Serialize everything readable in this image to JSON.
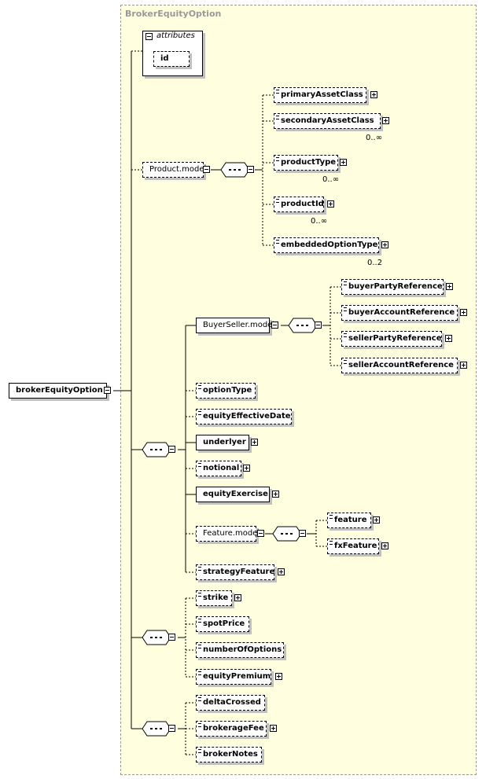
{
  "complex_type": "BrokerEquityOption",
  "attributes": {
    "label": "attributes",
    "items": [
      "id"
    ]
  },
  "root": "brokerEquityOption",
  "product_model": {
    "label": "Product.model",
    "children": [
      {
        "name": "primaryAssetClass",
        "card": ""
      },
      {
        "name": "secondaryAssetClass",
        "card": "0..∞"
      },
      {
        "name": "productType",
        "card": "0..∞"
      },
      {
        "name": "productId",
        "card": "0..∞"
      },
      {
        "name": "embeddedOptionType",
        "card": "0..2"
      }
    ]
  },
  "buyer_seller_model": {
    "label": "BuyerSeller.model",
    "children": [
      "buyerPartyReference",
      "buyerAccountReference",
      "sellerPartyReference",
      "sellerAccountReference"
    ]
  },
  "main_sequence": [
    "optionType",
    "equityEffectiveDate",
    "underlyer",
    "notional",
    "equityExercise"
  ],
  "feature_model": {
    "label": "Feature.model",
    "children": [
      "feature",
      "fxFeature"
    ]
  },
  "strategy": "strategyFeature",
  "sequence2": [
    "strike",
    "spotPrice",
    "numberOfOptions",
    "equityPremium"
  ],
  "sequence3": [
    "deltaCrossed",
    "brokerageFee",
    "brokerNotes"
  ]
}
